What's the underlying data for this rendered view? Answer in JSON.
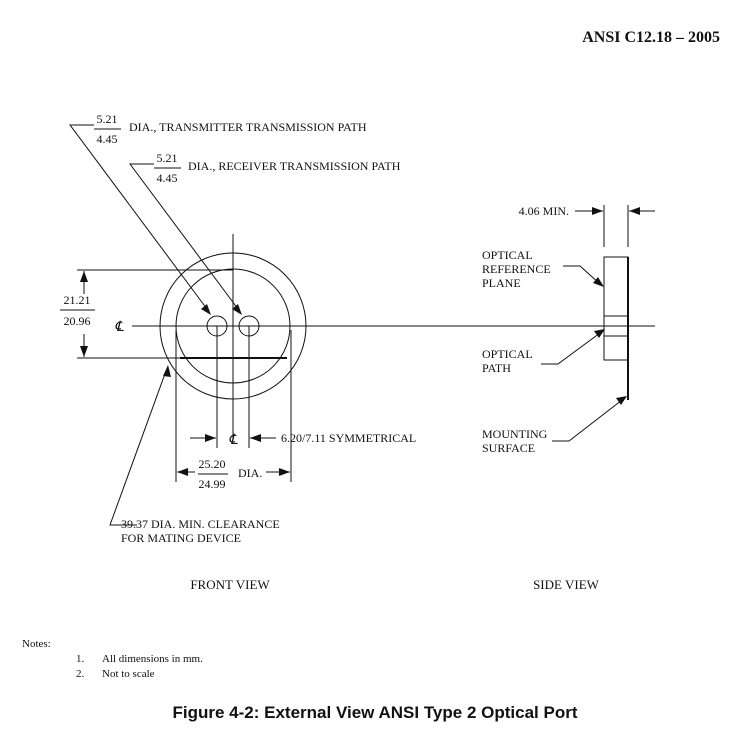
{
  "header": {
    "standard": "ANSI C12.18 – 2005"
  },
  "figure": {
    "caption": "Figure 4-2: External View ANSI Type 2 Optical Port"
  },
  "front_view": {
    "label": "FRONT VIEW",
    "transmitter": {
      "upper": "5.21",
      "lower": "4.45",
      "text": "DIA., TRANSMITTER TRANSMISSION PATH"
    },
    "receiver": {
      "upper": "5.21",
      "lower": "4.45",
      "text": "DIA., RECEIVER TRANSMISSION PATH"
    },
    "height": {
      "upper": "21.21",
      "lower": "20.96"
    },
    "centerline": "℄",
    "spacing": "6.20/7.11 SYMMETRICAL",
    "diameter": {
      "upper": "25.20",
      "lower": "24.99",
      "text": "DIA."
    },
    "clearance": {
      "line1": "39.37 DIA. MIN. CLEARANCE",
      "line2": "FOR MATING DEVICE"
    }
  },
  "side_view": {
    "label": "SIDE VIEW",
    "min_thickness": "4.06 MIN.",
    "optical_reference_plane": [
      "OPTICAL",
      "REFERENCE",
      "PLANE"
    ],
    "optical_path": [
      "OPTICAL",
      "PATH"
    ],
    "mounting_surface": [
      "MOUNTING",
      "SURFACE"
    ]
  },
  "notes": {
    "title": "Notes:",
    "items": [
      {
        "num": "1.",
        "text": "All dimensions in mm."
      },
      {
        "num": "2.",
        "text": "Not to scale"
      }
    ]
  }
}
